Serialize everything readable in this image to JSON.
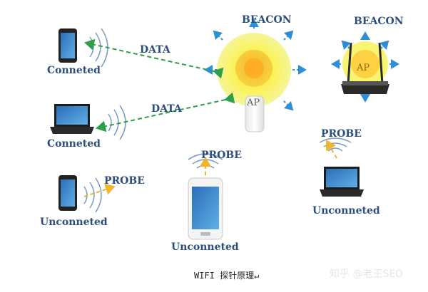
{
  "diagram": {
    "labels": {
      "beacon_main": "BEACON",
      "beacon_router": "BEACON",
      "ap_label": "AP",
      "ap_router_label": "AP",
      "data_top": "DATA",
      "data_middle": "DATA",
      "probe_left": "PROBE",
      "probe_center": "PROBE",
      "probe_right": "PROBE",
      "status_phone_top": "Conneted",
      "status_laptop_left": "Conneted",
      "status_phone_left": "Unconneted",
      "status_phone_center": "Unconneted",
      "status_laptop_right": "Unconneted"
    },
    "caption": "WIFI 探针原理↵",
    "watermark": "知乎 @老王SEO"
  },
  "colors": {
    "label_text": "#2b4e7a",
    "data_arrow": "#2e9e4a",
    "probe_arrow": "#f0b52a",
    "beacon_arrow": "#2f8fd6",
    "ap_glow": "#f3f24a",
    "ap_core": "#f0a020"
  },
  "icons": [
    "phone-icon",
    "laptop-icon",
    "access-point-icon",
    "router-icon",
    "wifi-signal-icon"
  ]
}
